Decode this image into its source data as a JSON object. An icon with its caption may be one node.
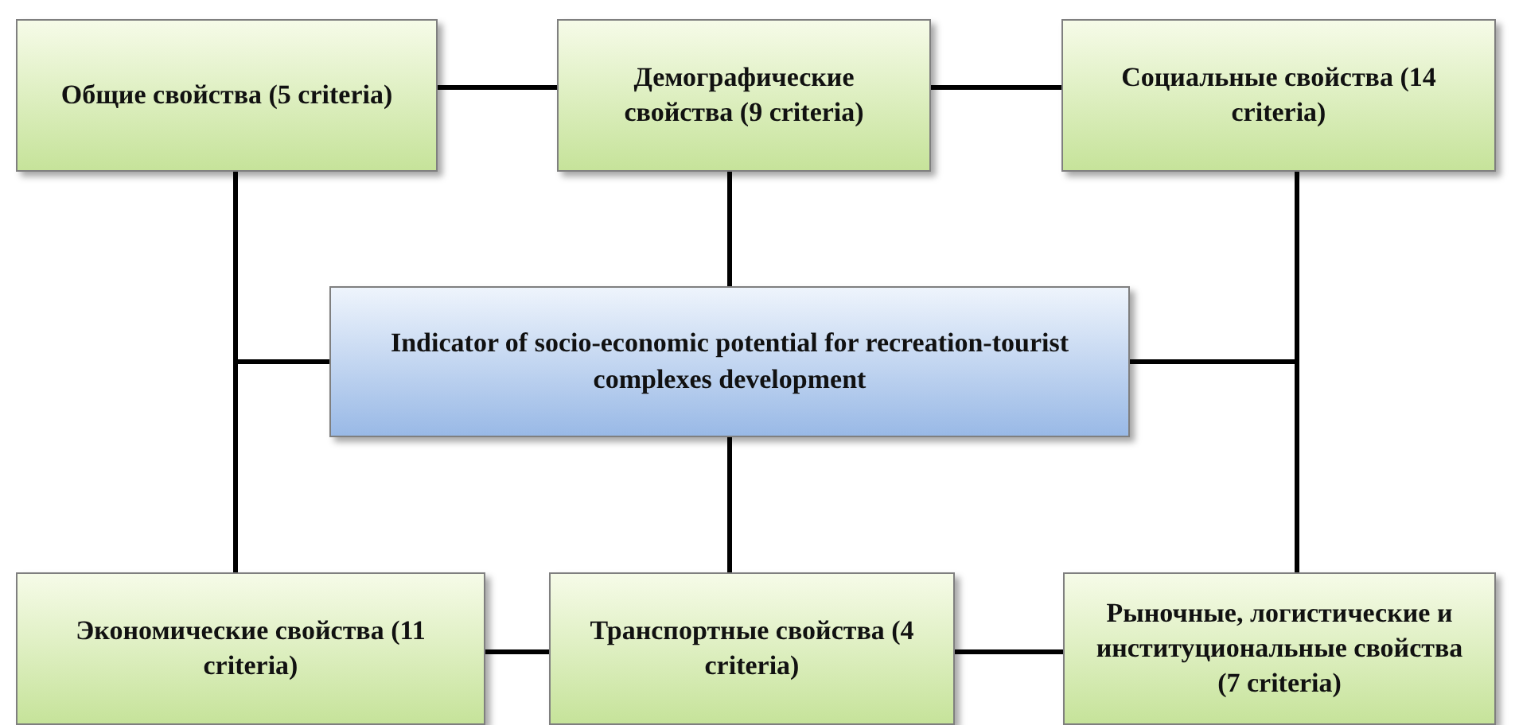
{
  "diagram": {
    "nodes": [
      {
        "text": [
          "Общие свойства  (5 criteria)"
        ]
      },
      {
        "text": [
          "Демографические свойства  (9 criteria)"
        ]
      },
      {
        "text": [
          "Социальные свойства (14 criteria)"
        ]
      },
      {
        "text": [
          "Indicator of socio-economic potential for recreation-tourist complexes development"
        ]
      },
      {
        "text": [
          "Экономические свойства  (11 criteria)"
        ]
      },
      {
        "text": [
          "Транспортные свойства  (4 criteria)"
        ]
      },
      {
        "text": [
          "Рыночные, логистические и институциональные свойства  (7 criteria)"
        ]
      }
    ],
    "edges": [
      {
        "from": 0,
        "to": 1,
        "arrow": "none"
      },
      {
        "from": 1,
        "to": 2,
        "arrow": "none"
      },
      {
        "from": 1,
        "to": 3,
        "arrow": "none"
      },
      {
        "from": 3,
        "to": 0,
        "arrow": "none"
      },
      {
        "from": 3,
        "to": 4,
        "arrow": "none"
      },
      {
        "from": 3,
        "to": 2,
        "arrow": "none"
      },
      {
        "from": 3,
        "to": 6,
        "arrow": "none"
      },
      {
        "from": 3,
        "to": 5,
        "arrow": "none"
      },
      {
        "from": 4,
        "to": 5,
        "arrow": "none"
      },
      {
        "from": 5,
        "to": 6,
        "arrow": "none"
      }
    ]
  }
}
